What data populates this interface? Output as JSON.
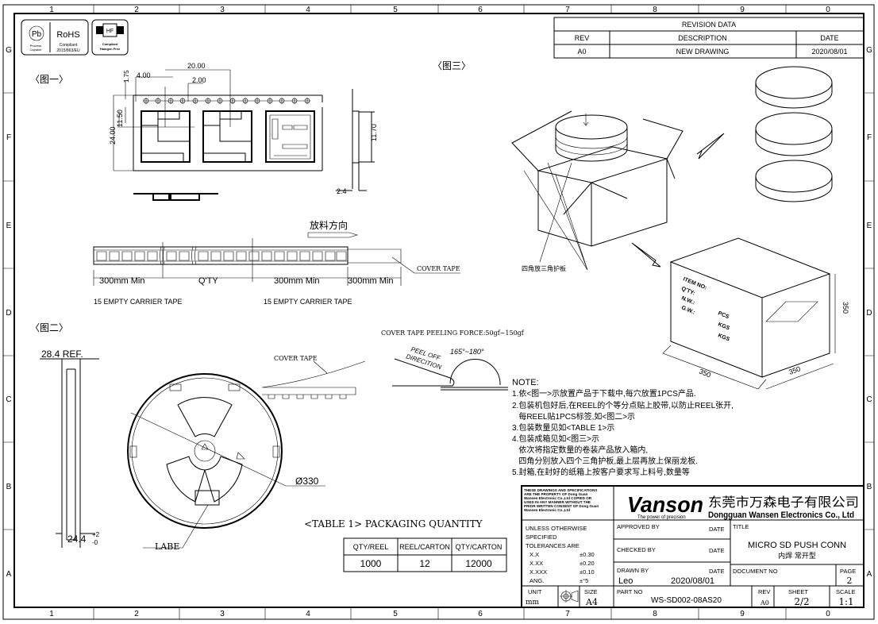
{
  "frame": {
    "columns": [
      "1",
      "2",
      "3",
      "4",
      "5",
      "6",
      "7",
      "8",
      "9",
      "0"
    ],
    "rows": [
      "G",
      "F",
      "E",
      "D",
      "C",
      "B",
      "A"
    ]
  },
  "logos": {
    "pb": "Pb",
    "pb_caption": [
      "Process",
      "Capable"
    ],
    "rohs": "RoHS",
    "rohs_compliant": "Compliant",
    "rohs_directive": "2015/863/EU",
    "hf_badge": "HF",
    "hf_caption": [
      "Compliant",
      "Halogen Free"
    ]
  },
  "revision": {
    "title": "REVISION DATA",
    "headers": [
      "REV",
      "DESCRIPTION",
      "DATE"
    ],
    "rows": [
      [
        "A0",
        "NEW DRAWING",
        "2020/08/01"
      ]
    ]
  },
  "figures": {
    "fig1": "〈图一〉",
    "fig2": "〈图二〉",
    "fig3": "〈图三〉"
  },
  "fig1_dims": {
    "pitch": "20.00",
    "hole_pitch": "4.00",
    "hole_offset": "2.00",
    "edge": "1.75",
    "center": "11.50",
    "width": "24.00",
    "depth": "11.70",
    "thickness": "2.4"
  },
  "tape_strip": {
    "direction": "放料方向",
    "cover_tape": "COVER TAPE",
    "segments": [
      "300mm  Min",
      "Q'TY",
      "300mm  Min",
      "300mm  Min"
    ],
    "empty_labels": [
      "15  EMPTY  CARRIER  TAPE",
      "15  EMPTY  CARRIER  TAPE"
    ]
  },
  "reel": {
    "ref_width": "28.4  REF.",
    "hub_width": "24.4",
    "tol_plus": "+2",
    "tol_minus": "-0",
    "diameter": "Ø330",
    "label": "LABE",
    "cover_tape": "COVER TAPE"
  },
  "peel": {
    "force": "COVER TAPE PEELING FORCE:50gf~150gf",
    "direction_1": "PEEL  OFF",
    "direction_2": "DIRECITION",
    "angle": "165°~180°"
  },
  "box": {
    "corner_protector": "四角放三角护板",
    "label_fields": [
      "ITEM NO:",
      "Q'TY:",
      "N.W.:",
      "G.W.:"
    ],
    "label_units": [
      "PCS",
      "KGS",
      "KGS"
    ],
    "height": "350",
    "width": "350",
    "depth": "350"
  },
  "table1": {
    "title": "<TABLE 1>  PACKAGING QUANTITY",
    "headers": [
      "QTY/REEL",
      "REEL/CARTON",
      "QTY/CARTON"
    ],
    "values": [
      "1000",
      "12",
      "12000"
    ]
  },
  "notes": {
    "title": "NOTE:",
    "lines": [
      "1.依<图一>示放置产品于下载中,每穴放置1PCS产品.",
      "2.包装机包好后,在REEL的个等分点贴上胶带,以防止REEL张开,",
      "   每REEL贴1PCS标签,如<图二>示",
      "3.包装数量见如<TABLE 1>示",
      "4.包装成箱见如<图三>示",
      "   依次将指定数量的卷装产品放入箱内,",
      "   四角分别放入四个三角护板,最上层再放上保丽龙板.",
      "5.封箱,在封好的纸箱上按客户要求写上料号,数量等"
    ]
  },
  "title_block": {
    "property_notice": [
      "THESE DRAWINGS AND SPECIFICATIONS",
      "ARE THE PROPERTY OF Dong Guan",
      "Wansen Electronic Co.,Ltd COPIED OR",
      "USED IN ANY MANNER WITHOUT THE",
      "PRIOR WRITTEN CONSENT OF Dong Guan",
      "Wansen Electronic Co.,Ltd"
    ],
    "brand": "Vanson",
    "slogan": "The power of precision",
    "company_cn": "东莞市万森电子有限公司",
    "company_en": "Dongguan Wansen Electronics Co., Ltd",
    "tolerance_header": [
      "UNLESS OTHERWISE",
      "SPECIFIED",
      "TOLERANCES ARE"
    ],
    "tolerances": [
      {
        "label": "X.X",
        "value": "±0.30"
      },
      {
        "label": "X.XX",
        "value": "±0.20"
      },
      {
        "label": "X.XXX",
        "value": "±0.10"
      },
      {
        "label": "ANG.",
        "value": "±°5"
      }
    ],
    "approved_by": "APPROVED BY",
    "checked_by": "CHECKED BY",
    "drawn_by": "DRAWN BY",
    "date_label": "DATE",
    "drawer": "Leo",
    "drawn_date": "2020/08/01",
    "title_label": "TITLE",
    "title": "MICRO  SD  PUSH  CONN",
    "subtitle": "内焊  常开型",
    "document_no": "DOCUMENT NO",
    "page_label": "PAGE",
    "page": "2",
    "unit_label": "UNIT",
    "unit": "mm",
    "size_label": "SIZE",
    "size": "A4",
    "part_no_label": "PART NO",
    "part_no": "WS-SD002-08AS20",
    "rev_label": "REV",
    "rev": "A0",
    "sheet_label": "SHEET",
    "sheet": "2/2",
    "scale_label": "SCALE",
    "scale": "1:1"
  }
}
